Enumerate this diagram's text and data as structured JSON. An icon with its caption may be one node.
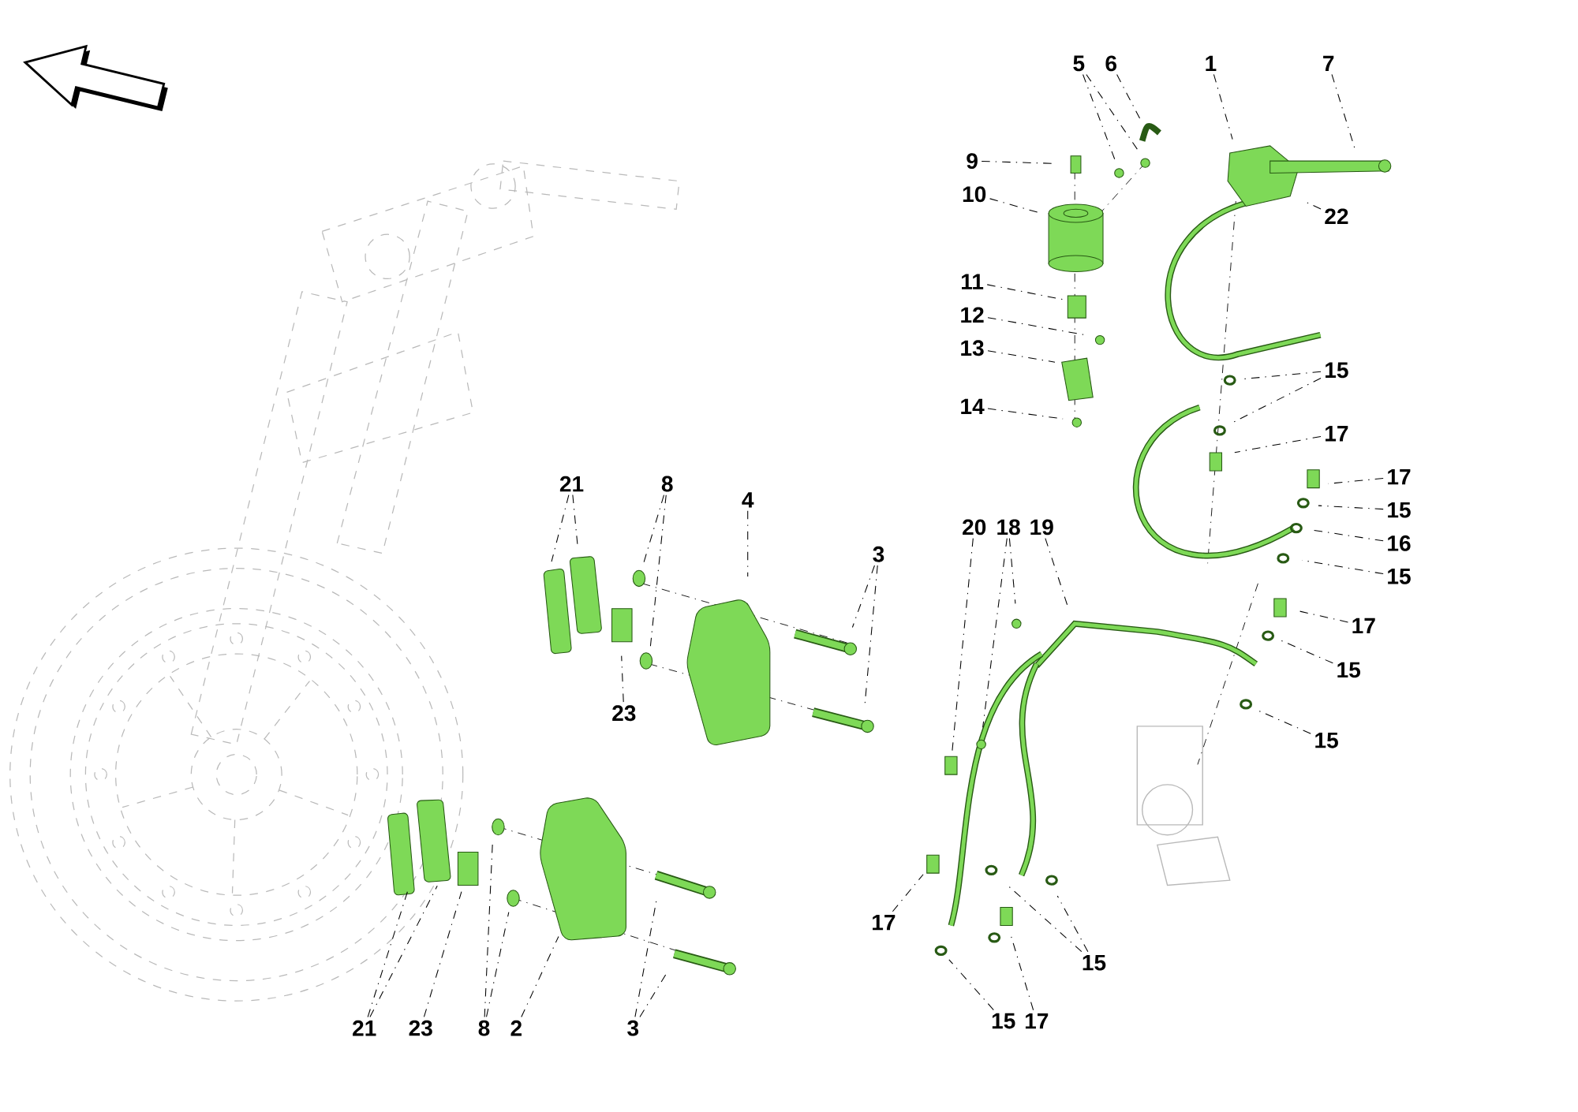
{
  "diagram": {
    "nodes": [
      {
        "text": [
          "5"
        ]
      },
      {
        "text": [
          "6"
        ]
      },
      {
        "text": [
          "1"
        ]
      },
      {
        "text": [
          "7"
        ]
      },
      {
        "text": [
          "9"
        ]
      },
      {
        "text": [
          "10"
        ]
      },
      {
        "text": [
          "22"
        ]
      },
      {
        "text": [
          "11"
        ]
      },
      {
        "text": [
          "12"
        ]
      },
      {
        "text": [
          "13"
        ]
      },
      {
        "text": [
          "14"
        ]
      },
      {
        "text": [
          "15"
        ]
      },
      {
        "text": [
          "17"
        ]
      },
      {
        "text": [
          "17"
        ]
      },
      {
        "text": [
          "15"
        ]
      },
      {
        "text": [
          "16"
        ]
      },
      {
        "text": [
          "15"
        ]
      },
      {
        "text": [
          "17"
        ]
      },
      {
        "text": [
          "15"
        ]
      },
      {
        "text": [
          "15"
        ]
      },
      {
        "text": [
          "21"
        ]
      },
      {
        "text": [
          "8"
        ]
      },
      {
        "text": [
          "4"
        ]
      },
      {
        "text": [
          "3"
        ]
      },
      {
        "text": [
          "23"
        ]
      },
      {
        "text": [
          "20"
        ]
      },
      {
        "text": [
          "18"
        ]
      },
      {
        "text": [
          "19"
        ]
      },
      {
        "text": [
          "17"
        ]
      },
      {
        "text": [
          "15"
        ]
      },
      {
        "text": [
          "15"
        ]
      },
      {
        "text": [
          "17"
        ]
      },
      {
        "text": [
          "21"
        ]
      },
      {
        "text": [
          "23"
        ]
      },
      {
        "text": [
          "8"
        ]
      },
      {
        "text": [
          "2"
        ]
      },
      {
        "text": [
          "3"
        ]
      }
    ],
    "edges": [
      {
        "from": 0,
        "to": null,
        "arrow": "none"
      },
      {
        "from": 0,
        "to": null,
        "arrow": "none"
      },
      {
        "from": 1,
        "to": null,
        "arrow": "none"
      },
      {
        "from": 2,
        "to": null,
        "arrow": "none"
      },
      {
        "from": 3,
        "to": null,
        "arrow": "none"
      },
      {
        "from": 4,
        "to": null,
        "arrow": "none"
      },
      {
        "from": 5,
        "to": null,
        "arrow": "none"
      },
      {
        "from": 6,
        "to": null,
        "arrow": "none"
      },
      {
        "from": 7,
        "to": null,
        "arrow": "none"
      },
      {
        "from": 8,
        "to": null,
        "arrow": "none"
      },
      {
        "from": 9,
        "to": null,
        "arrow": "none"
      },
      {
        "from": 10,
        "to": null,
        "arrow": "none"
      },
      {
        "from": 11,
        "to": null,
        "arrow": "none"
      },
      {
        "from": 11,
        "to": null,
        "arrow": "none"
      },
      {
        "from": 12,
        "to": null,
        "arrow": "none"
      },
      {
        "from": 13,
        "to": null,
        "arrow": "none"
      },
      {
        "from": 14,
        "to": null,
        "arrow": "none"
      },
      {
        "from": 15,
        "to": null,
        "arrow": "none"
      },
      {
        "from": 16,
        "to": null,
        "arrow": "none"
      },
      {
        "from": 17,
        "to": null,
        "arrow": "none"
      },
      {
        "from": 18,
        "to": null,
        "arrow": "none"
      },
      {
        "from": 19,
        "to": null,
        "arrow": "none"
      },
      {
        "from": 20,
        "to": null,
        "arrow": "none"
      },
      {
        "from": 20,
        "to": null,
        "arrow": "none"
      },
      {
        "from": 21,
        "to": null,
        "arrow": "none"
      },
      {
        "from": 21,
        "to": null,
        "arrow": "none"
      },
      {
        "from": 22,
        "to": null,
        "arrow": "none"
      },
      {
        "from": 23,
        "to": null,
        "arrow": "none"
      },
      {
        "from": 23,
        "to": null,
        "arrow": "none"
      },
      {
        "from": 24,
        "to": null,
        "arrow": "none"
      },
      {
        "from": 25,
        "to": null,
        "arrow": "none"
      },
      {
        "from": 26,
        "to": null,
        "arrow": "none"
      },
      {
        "from": 26,
        "to": null,
        "arrow": "none"
      },
      {
        "from": 27,
        "to": null,
        "arrow": "none"
      },
      {
        "from": 28,
        "to": null,
        "arrow": "none"
      },
      {
        "from": 29,
        "to": null,
        "arrow": "none"
      },
      {
        "from": 29,
        "to": null,
        "arrow": "none"
      },
      {
        "from": 30,
        "to": null,
        "arrow": "none"
      },
      {
        "from": 31,
        "to": null,
        "arrow": "none"
      },
      {
        "from": 32,
        "to": null,
        "arrow": "none"
      },
      {
        "from": 32,
        "to": null,
        "arrow": "none"
      },
      {
        "from": 33,
        "to": null,
        "arrow": "none"
      },
      {
        "from": 34,
        "to": null,
        "arrow": "none"
      },
      {
        "from": 34,
        "to": null,
        "arrow": "none"
      },
      {
        "from": 35,
        "to": null,
        "arrow": "none"
      },
      {
        "from": 36,
        "to": null,
        "arrow": "none"
      },
      {
        "from": 36,
        "to": null,
        "arrow": "none"
      }
    ]
  }
}
